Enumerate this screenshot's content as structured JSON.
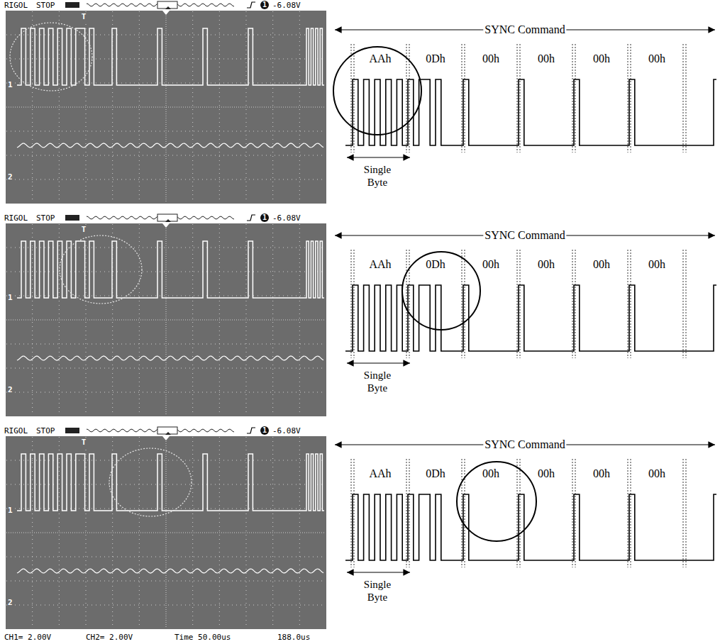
{
  "diagram": {
    "labels": [
      "RIGOL",
      "STOP",
      "1",
      "-6.08V",
      "T",
      "1",
      "2",
      "RIGOL",
      "STOP",
      "1",
      "-6.08V",
      "T",
      "1",
      "2",
      "RIGOL",
      "STOP",
      "1",
      "-6.08V",
      "T",
      "1",
      "2",
      "CH1= 2.00V",
      "CH2= 2.00V",
      "Time 50.00us",
      "188.0us",
      "SYNC Command",
      "AAh",
      "0Dh",
      "00h",
      "00h",
      "00h",
      "00h",
      "Single Byte",
      "SYNC Command",
      "AAh",
      "0Dh",
      "00h",
      "00h",
      "00h",
      "00h",
      "Single Byte",
      "SYNC Command",
      "AAh",
      "0Dh",
      "00h",
      "00h",
      "00h",
      "00h",
      "Single Byte"
    ]
  }
}
